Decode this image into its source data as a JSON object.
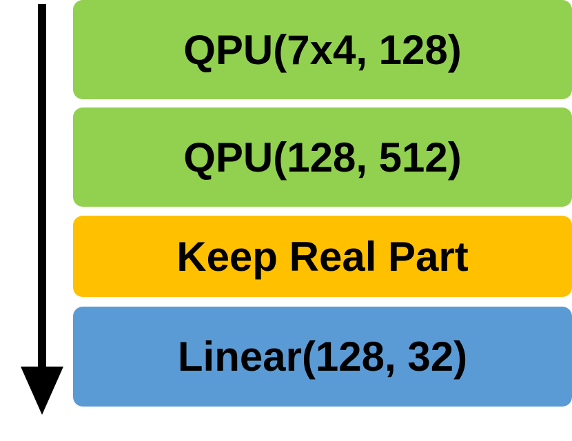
{
  "diagram": {
    "flow_direction": "top-to-bottom",
    "arrow_color": "#000000",
    "blocks": [
      {
        "label": "QPU(7x4, 128)",
        "color": "#92D050"
      },
      {
        "label": "QPU(128, 512)",
        "color": "#92D050"
      },
      {
        "label": "Keep Real Part",
        "color": "#FFC000"
      },
      {
        "label": "Linear(128, 32)",
        "color": "#5B9BD5"
      }
    ]
  }
}
